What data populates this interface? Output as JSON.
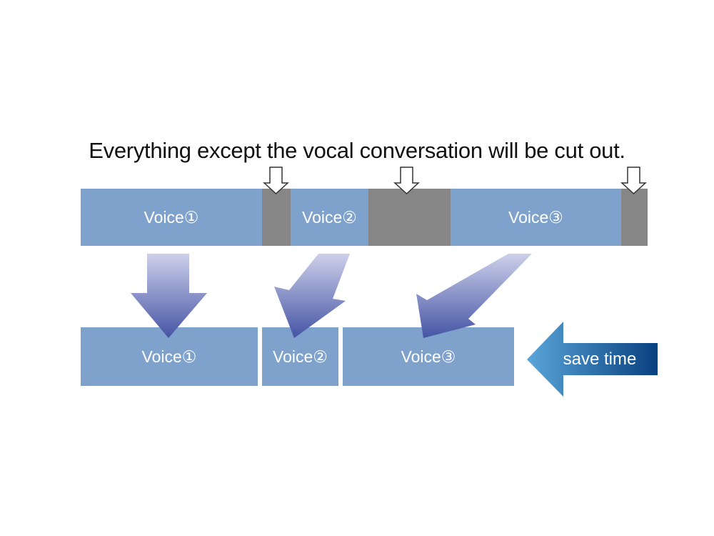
{
  "title": "Everything except the vocal conversation will be cut out.",
  "top_row": {
    "voice1": "Voice①",
    "voice2": "Voice②",
    "voice3": "Voice③"
  },
  "bottom_row": {
    "voice1": "Voice①",
    "voice2": "Voice②",
    "voice3": "Voice③"
  },
  "save_time_label": "save time",
  "colors": {
    "voice_block": "#7fa2cc",
    "cut_block": "#868686",
    "flow_arrow_top": "#c9cce8",
    "flow_arrow_bottom": "#4a57a6",
    "save_arrow_light": "#5aa0d6",
    "save_arrow_dark": "#0a4585"
  }
}
